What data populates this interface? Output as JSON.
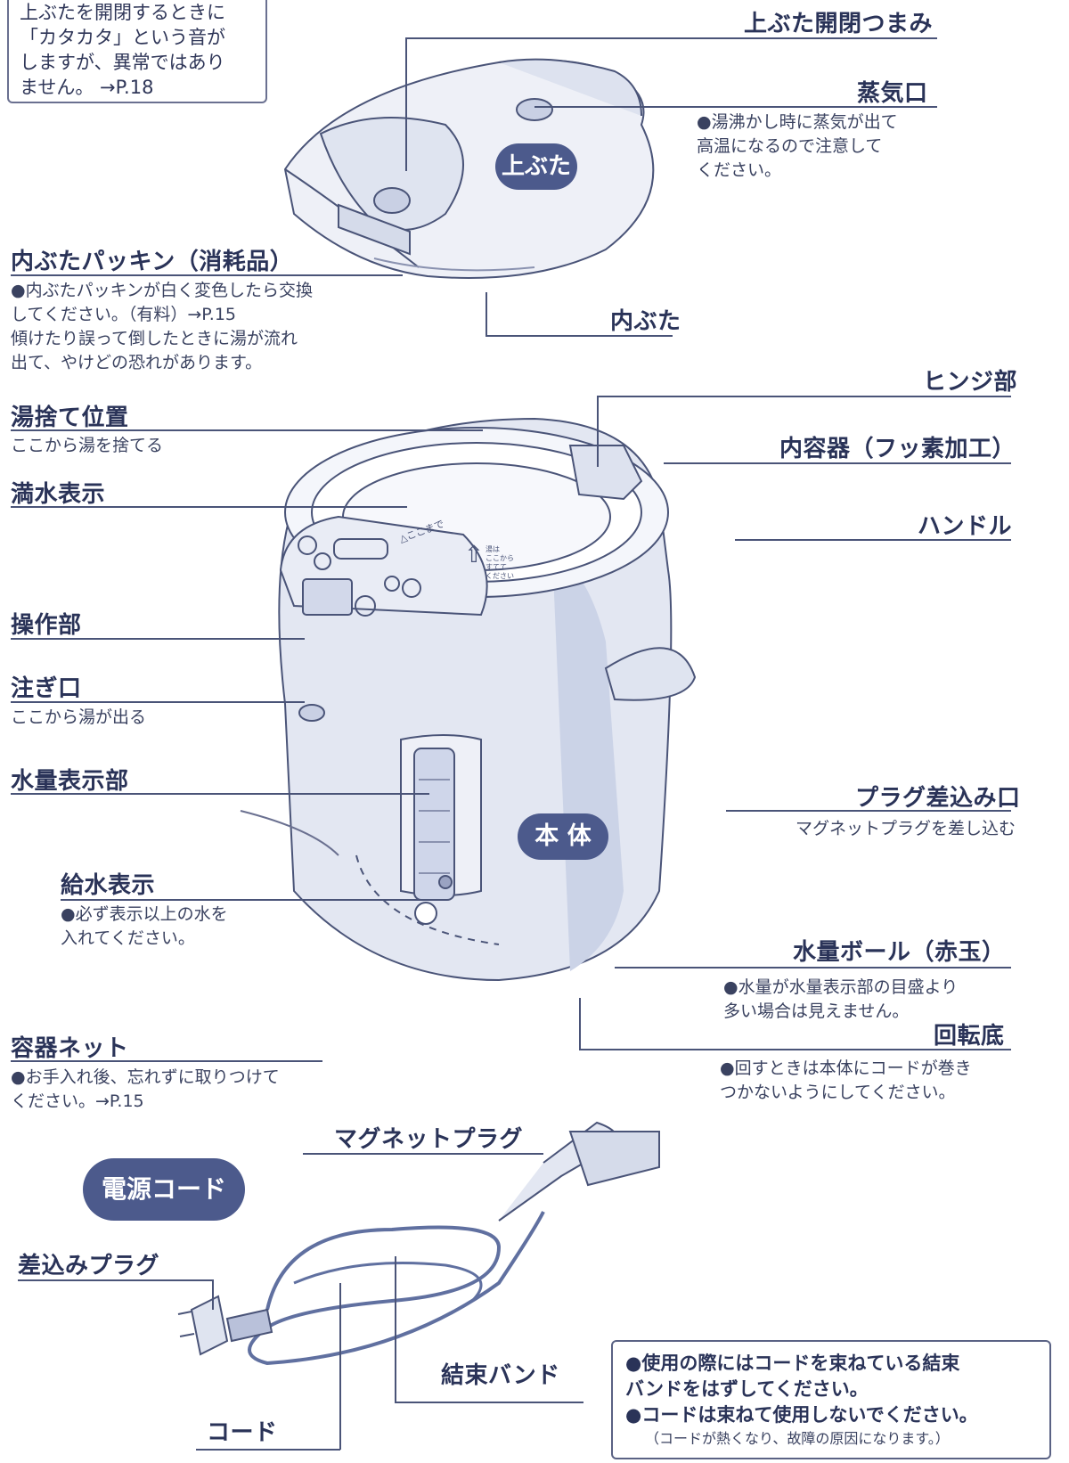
{
  "top_note": "上ぶたを開閉するときに\n「カタカタ」という音が\nしますが、異常ではあり\nません。 →P.18",
  "badges": {
    "lid": "上ぶた",
    "body": "本 体",
    "cord": "電源コード"
  },
  "labels": {
    "lid_knob": "上ぶた開閉つまみ",
    "steam_vent": "蒸気口",
    "steam_vent_desc": "●湯沸かし時に蒸気が出て\n高温になるので注意して\nください。",
    "gasket": "内ぶたパッキン（消耗品）",
    "gasket_desc": "●内ぶたパッキンが白く変色したら交換\nしてください。（有料）→P.15\n傾けたり誤って倒したときに湯が流れ\n出て、やけどの恐れがあります。",
    "inner_lid": "内ぶた",
    "hinge": "ヒンジ部",
    "drain_position": "湯捨て位置",
    "drain_position_desc": "ここから湯を捨てる",
    "inner_container": "内容器（フッ素加工）",
    "full_water": "満水表示",
    "handle": "ハンドル",
    "control_panel": "操作部",
    "spout": "注ぎ口",
    "spout_desc": "ここから湯が出る",
    "water_gauge": "水量表示部",
    "plug_socket": "プラグ差込み口",
    "plug_socket_desc": "マグネットプラグを差し込む",
    "refill_mark": "給水表示",
    "refill_mark_desc": "●必ず表示以上の水を\n入れてください。",
    "water_ball": "水量ボール（赤玉）",
    "water_ball_desc": "●水量が水量表示部の目盛より\n多い場合は見えません。",
    "container_net": "容器ネット",
    "container_net_desc": "●お手入れ後、忘れずに取りつけて\nください。→P.15",
    "rotating_base": "回転底",
    "rotating_base_desc": "●回すときは本体にコードが巻き\nつかないようにしてください。",
    "magnet_plug": "マグネットプラグ",
    "power_plug": "差込みプラグ",
    "tie_band": "結束バンド",
    "cord": "コード"
  },
  "illustration_text": {
    "full_mark": "△ここまで",
    "refill_hint": "湯は\nここから\nすてて\nください"
  },
  "warning_box": {
    "line1": "●使用の際にはコードを束ねている結束\nバンドをはずしてください。",
    "line2": "●コードは束ねて使用しないでください。",
    "line3": "（コードが熱くなり、故障の原因になります。）"
  },
  "colors": {
    "accent": "#4c5a8c",
    "line": "#4a5478",
    "body_fill": "#e3e7f2"
  }
}
